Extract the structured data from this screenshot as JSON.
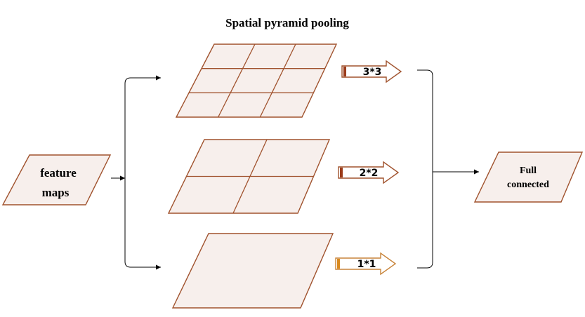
{
  "title": "Spatial pyramid pooling",
  "input": {
    "line1": "feature",
    "line2": "maps"
  },
  "levels": [
    {
      "label": "3*3",
      "rows": 3,
      "cols": 3
    },
    {
      "label": "2*2",
      "rows": 2,
      "cols": 2
    },
    {
      "label": "1*1",
      "rows": 1,
      "cols": 1
    }
  ],
  "output": {
    "line1": "Full",
    "line2": "connected"
  },
  "colors": {
    "grid_fill": "#f7efec",
    "grid_stroke": "#a0522d",
    "arrow_stroke_dark": "#a0522d",
    "arrow_stroke_light": "#c8843a",
    "arrow_bar_dark": "#9b3b1a",
    "arrow_bar_light": "#d98a1e",
    "connector": "#000000"
  }
}
